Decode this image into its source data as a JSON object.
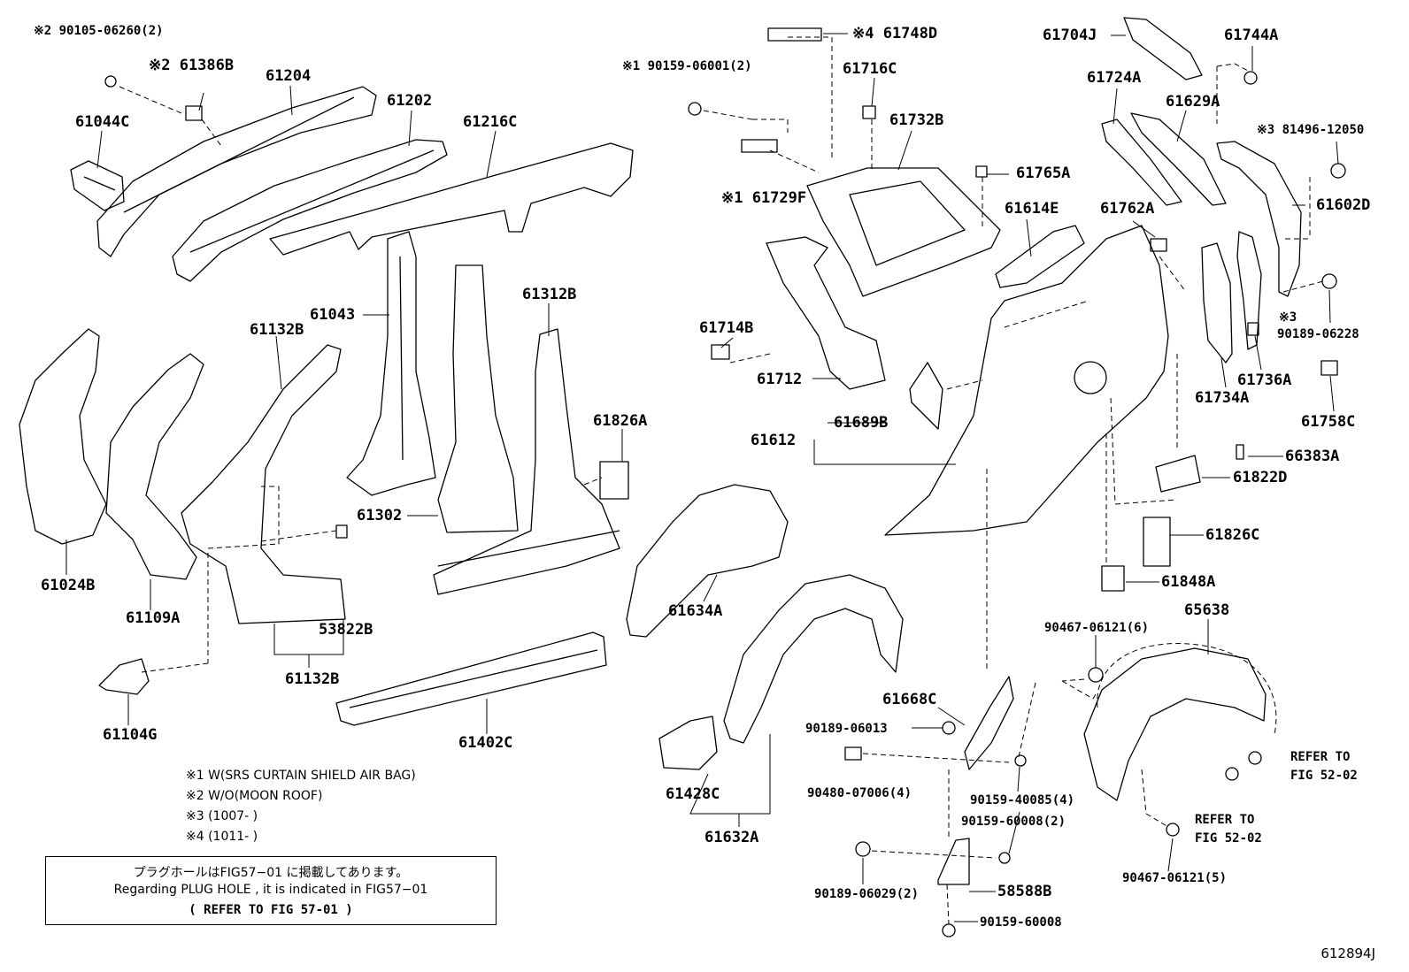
{
  "figure_code": "612894J",
  "notes": [
    "※1 W(SRS CURTAIN SHIELD AIR BAG)",
    "※2 W/O(MOON ROOF)",
    "※3 (1007-       )",
    "※4 (1011-       )"
  ],
  "plug_box": {
    "line1": "プラグホールはFIG57−01 に掲載してあります。",
    "line2": "Regarding PLUG HOLE , it is indicated in FIG57−01",
    "line3": "(   REFER TO FIG 57-01 )"
  },
  "refer_labels": [
    {
      "id": "r1",
      "line1": "REFER TO",
      "line2": "FIG 52-02"
    },
    {
      "id": "r2",
      "line1": "REFER TO",
      "line2": "FIG 52-02"
    }
  ],
  "part_labels": [
    {
      "id": "p1",
      "text": "※2 90105-06260(2)",
      "small": true
    },
    {
      "id": "p2",
      "text": "※2 61386B"
    },
    {
      "id": "p3",
      "text": "61204"
    },
    {
      "id": "p4",
      "text": "61202"
    },
    {
      "id": "p5",
      "text": "61216C"
    },
    {
      "id": "p6",
      "text": "61044C"
    },
    {
      "id": "p7",
      "text": "61043"
    },
    {
      "id": "p8",
      "text": "61132B"
    },
    {
      "id": "p9",
      "text": "61312B"
    },
    {
      "id": "p10",
      "text": "61826A"
    },
    {
      "id": "p11",
      "text": "61302"
    },
    {
      "id": "p12",
      "text": "61024B"
    },
    {
      "id": "p13",
      "text": "61109A"
    },
    {
      "id": "p14",
      "text": "53822B"
    },
    {
      "id": "p15",
      "text": "61132B"
    },
    {
      "id": "p16",
      "text": "61104G"
    },
    {
      "id": "p17",
      "text": "61402C"
    },
    {
      "id": "p18",
      "text": "※4 61748D"
    },
    {
      "id": "p19",
      "text": "※1 90159-06001(2)",
      "small": true
    },
    {
      "id": "p20",
      "text": "61716C"
    },
    {
      "id": "p21",
      "text": "61732B"
    },
    {
      "id": "p22",
      "text": "※1 61729F"
    },
    {
      "id": "p23",
      "text": "61765A"
    },
    {
      "id": "p24",
      "text": "61614E"
    },
    {
      "id": "p25",
      "text": "61714B"
    },
    {
      "id": "p26",
      "text": "61712"
    },
    {
      "id": "p27",
      "text": "61689B"
    },
    {
      "id": "p28",
      "text": "61612"
    },
    {
      "id": "p29",
      "text": "61704J"
    },
    {
      "id": "p30",
      "text": "61744A"
    },
    {
      "id": "p31",
      "text": "61724A"
    },
    {
      "id": "p32",
      "text": "61629A"
    },
    {
      "id": "p33",
      "text": "※3 81496-12050",
      "small": true
    },
    {
      "id": "p34",
      "text": "61762A"
    },
    {
      "id": "p35",
      "text": "61602D"
    },
    {
      "id": "p36",
      "text": "※3",
      "small": true
    },
    {
      "id": "p37",
      "text": "90189-06228",
      "small": true
    },
    {
      "id": "p38",
      "text": "61736A"
    },
    {
      "id": "p39",
      "text": "61734A"
    },
    {
      "id": "p40",
      "text": "61758C"
    },
    {
      "id": "p41",
      "text": "66383A"
    },
    {
      "id": "p42",
      "text": "61822D"
    },
    {
      "id": "p43",
      "text": "61826C"
    },
    {
      "id": "p44",
      "text": "61848A"
    },
    {
      "id": "p45",
      "text": "61634A"
    },
    {
      "id": "p46",
      "text": "90467-06121(6)",
      "small": true
    },
    {
      "id": "p47",
      "text": "65638"
    },
    {
      "id": "p48",
      "text": "61668C"
    },
    {
      "id": "p49",
      "text": "90189-06013",
      "small": true
    },
    {
      "id": "p50",
      "text": "90480-07006(4)",
      "small": true
    },
    {
      "id": "p51",
      "text": "90159-40085(4)",
      "small": true
    },
    {
      "id": "p52",
      "text": "90159-60008(2)",
      "small": true
    },
    {
      "id": "p53",
      "text": "61428C"
    },
    {
      "id": "p54",
      "text": "61632A"
    },
    {
      "id": "p55",
      "text": "90189-06029(2)",
      "small": true
    },
    {
      "id": "p56",
      "text": "58588B"
    },
    {
      "id": "p57",
      "text": "90159-60008",
      "small": true
    },
    {
      "id": "p58",
      "text": "90467-06121(5)",
      "small": true
    }
  ]
}
